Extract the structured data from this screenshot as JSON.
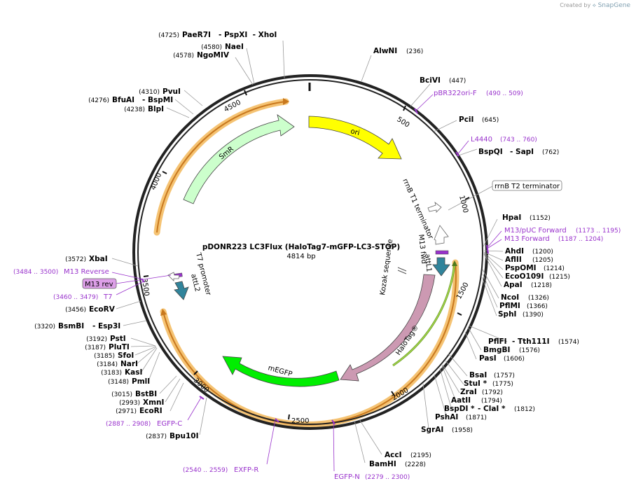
{
  "credit": {
    "prefix": "Created by",
    "brand": "SnapGene"
  },
  "plasmid": {
    "name": "pDONR223 LC3Flux (HaloTag7-mGFP-LC3-STOP)",
    "size_label": "4814 bp",
    "length": 4814
  },
  "ticks": [
    "500",
    "1000",
    "1500",
    "2000",
    "2500",
    "3000",
    "3500",
    "4000",
    "4500"
  ],
  "features": [
    {
      "name": "ori",
      "color": "#ffff00",
      "dir": "cw"
    },
    {
      "name": "rrnB T1 terminator",
      "color": "#ffffff",
      "dir": "cw"
    },
    {
      "name": "rrnB T2 terminator",
      "color": "#ffffff",
      "dir": "ccw"
    },
    {
      "name": "M13 fwd",
      "color": "#9932cc",
      "dir": "cw"
    },
    {
      "name": "attL1",
      "color": "#31849b",
      "dir": "cw"
    },
    {
      "name": "Kozak sequence",
      "color": "#ffffff",
      "dir": "none"
    },
    {
      "name": "HaloTag®",
      "color": "#cc99b2",
      "dir": "cw"
    },
    {
      "name": "mEGFP",
      "color": "#00ff00",
      "dir": "cw"
    },
    {
      "name": "attL2",
      "color": "#31849b",
      "dir": "ccw"
    },
    {
      "name": "T7 promoter",
      "color": "#ffffff",
      "dir": "ccw"
    },
    {
      "name": "M13 rev",
      "color": "#9932cc",
      "dir": "ccw"
    },
    {
      "name": "SmR",
      "color": "#ccffcc",
      "dir": "cw"
    }
  ],
  "sites": [
    {
      "name": "AlwNI",
      "pos": "(236)"
    },
    {
      "name": "BciVI",
      "pos": "(447)"
    },
    {
      "name": "PciI",
      "pos": "(645)"
    },
    {
      "name": "BspQI",
      "extra": "- SapI",
      "pos": "(762)"
    },
    {
      "name": "HpaI",
      "pos": "(1152)"
    },
    {
      "name": "AhdI",
      "pos": "(1200)"
    },
    {
      "name": "AflII",
      "pos": "(1205)"
    },
    {
      "name": "PspOMI",
      "pos": "(1214)"
    },
    {
      "name": "EcoO109I",
      "pos": "(1215)"
    },
    {
      "name": "ApaI",
      "pos": "(1218)"
    },
    {
      "name": "NcoI",
      "pos": "(1326)"
    },
    {
      "name": "PflMI",
      "pos": "(1366)"
    },
    {
      "name": "SphI",
      "pos": "(1390)"
    },
    {
      "name": "PflFI",
      "extra": "- Tth111I",
      "pos": "(1574)"
    },
    {
      "name": "BmgBI",
      "pos": "(1576)"
    },
    {
      "name": "PasI",
      "pos": "(1606)"
    },
    {
      "name": "BsaI",
      "pos": "(1757)"
    },
    {
      "name": "StuI *",
      "pos": "(1775)"
    },
    {
      "name": "ZraI",
      "pos": "(1792)"
    },
    {
      "name": "AatII",
      "pos": "(1794)"
    },
    {
      "name": "BspDI *",
      "extra": "- ClaI *",
      "pos": "(1812)"
    },
    {
      "name": "PshAI",
      "pos": "(1871)"
    },
    {
      "name": "SgrAI",
      "pos": "(1958)"
    },
    {
      "name": "AccI",
      "pos": "(2195)"
    },
    {
      "name": "BamHI",
      "pos": "(2228)"
    },
    {
      "name": "Bpu10I",
      "pos": "(2837)"
    },
    {
      "name": "EcoRI",
      "pos": "(2971)"
    },
    {
      "name": "XmnI",
      "pos": "(2993)"
    },
    {
      "name": "BstBI",
      "pos": "(3015)"
    },
    {
      "name": "PmlI",
      "pos": "(3148)"
    },
    {
      "name": "KasI",
      "pos": "(3183)"
    },
    {
      "name": "NarI",
      "pos": "(3184)"
    },
    {
      "name": "SfoI",
      "pos": "(3185)"
    },
    {
      "name": "PluTI",
      "pos": "(3187)"
    },
    {
      "name": "PstI",
      "pos": "(3192)"
    },
    {
      "name": "BsmBI",
      "extra": "- Esp3I",
      "pos": "(3320)"
    },
    {
      "name": "EcoRV",
      "pos": "(3456)"
    },
    {
      "name": "XbaI",
      "pos": "(3572)"
    },
    {
      "name": "BlpI",
      "pos": "(4238)"
    },
    {
      "name": "BfuAI",
      "extra": "- BspMI",
      "pos": "(4276)"
    },
    {
      "name": "PvuI",
      "pos": "(4310)"
    },
    {
      "name": "NgoMIV",
      "pos": "(4578)"
    },
    {
      "name": "NaeI",
      "pos": "(4580)"
    },
    {
      "name": "PaeR7I",
      "extra": "- PspXI  - XhoI",
      "pos": "(4725)"
    }
  ],
  "primers": [
    {
      "name": "pBR322ori-F",
      "range": "(490 .. 509)"
    },
    {
      "name": "L4440",
      "range": "(743 .. 760)"
    },
    {
      "name": "M13/pUC Forward",
      "range": "(1173 .. 1195)"
    },
    {
      "name": "M13 Forward",
      "range": "(1187 .. 1204)"
    },
    {
      "name": "EGFP-N",
      "range": "(2279 .. 2300)"
    },
    {
      "name": "EXFP-R",
      "range": "(2540 .. 2559)"
    },
    {
      "name": "EGFP-C",
      "range": "(2887 .. 2908)"
    },
    {
      "name": "T7",
      "range": "(3460 .. 3479)"
    },
    {
      "name": "M13 Reverse",
      "range": "(3484 .. 3500)"
    }
  ],
  "colors": {
    "backbone": "#222222",
    "orf_highlight": "#f5c373",
    "orf_line": "#c8781e",
    "primer": "#9932cc",
    "lead": "#9a9a9a"
  }
}
